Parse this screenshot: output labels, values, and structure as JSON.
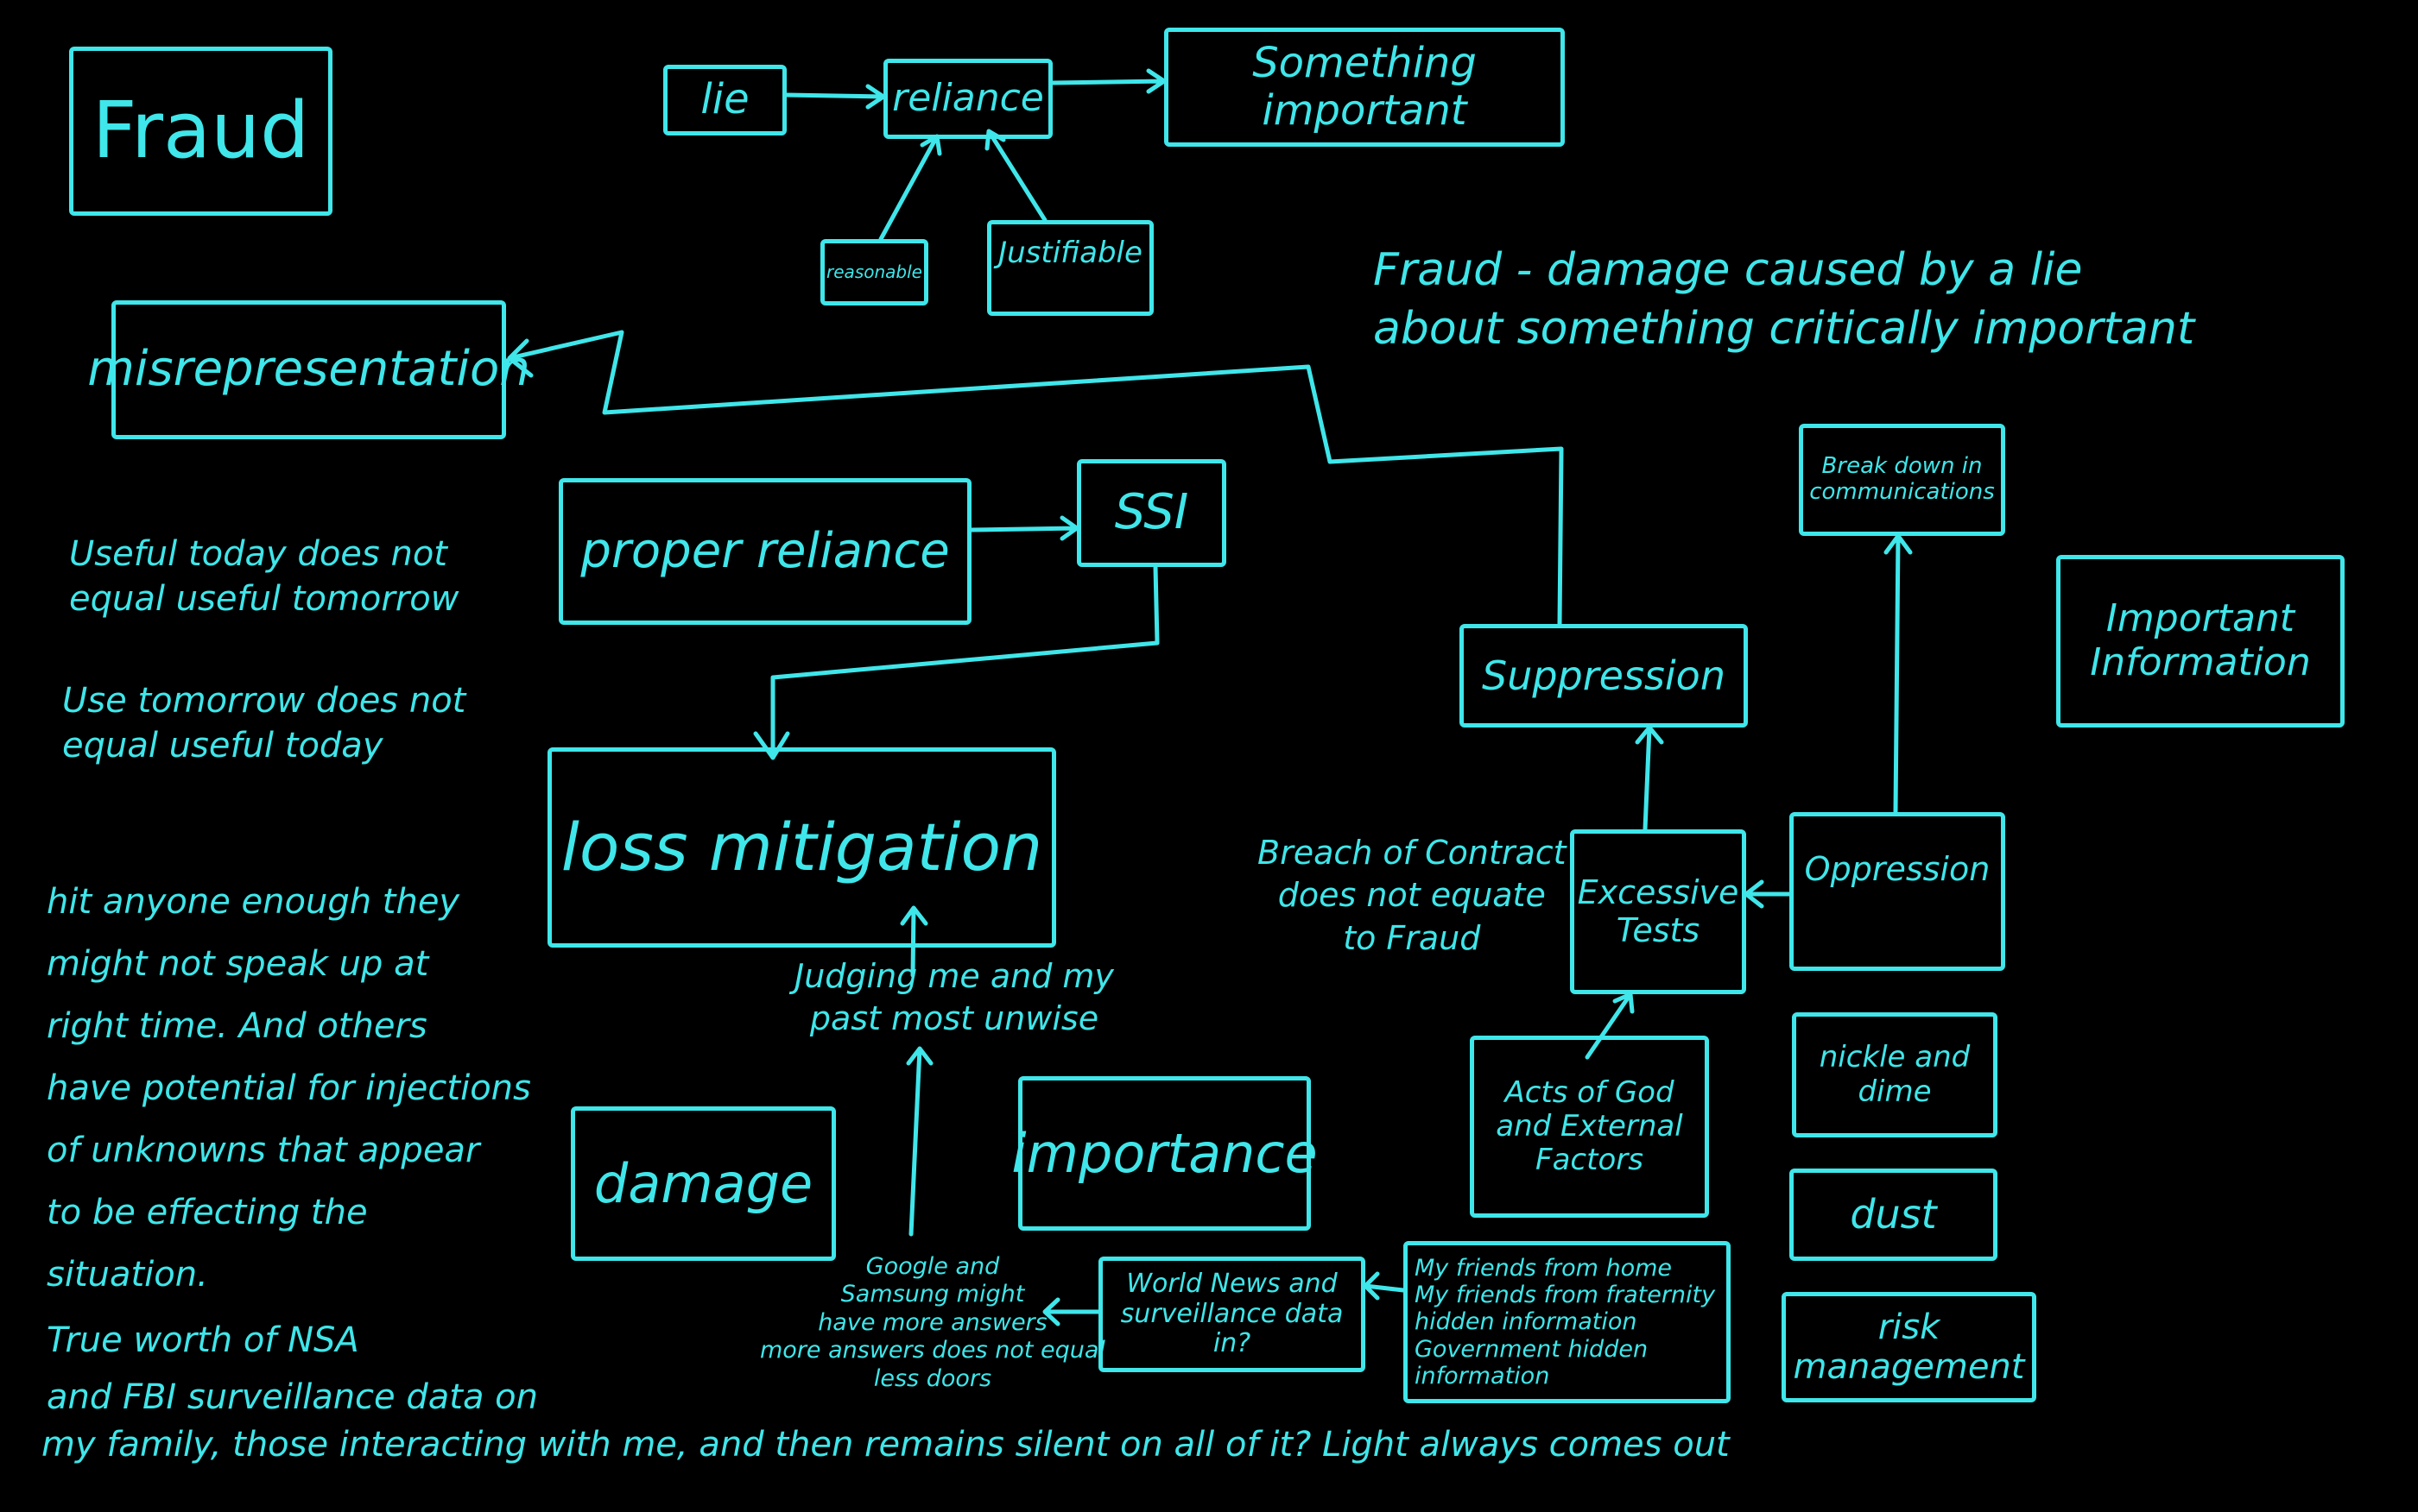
{
  "accent_color": "#3fe6ea",
  "boxes": {
    "fraud": "Fraud",
    "lie": "lie",
    "reliance": "reliance",
    "something_important": "Something important",
    "reasonable": "reasonable",
    "justifiable": "Justifiable",
    "misrepresentation": "misrepresentation",
    "break_down": "Break down in communications",
    "proper_reliance": "proper reliance",
    "ssi": "SSI",
    "suppression": "Suppression",
    "important_information": "Important Information",
    "loss_mitigation": "loss mitigation",
    "excessive_tests": "Excessive Tests",
    "oppression": "Oppression",
    "nickle_and_dime": "nickle and dime",
    "acts_of_god": "Acts of God and External Factors",
    "damage": "damage",
    "importance": "importance",
    "dust": "dust",
    "world_news": "World News and surveillance data in?",
    "friends": "My friends from home\nMy friends from fraternity\nhidden information\nGovernment hidden information",
    "risk_management": "risk management"
  },
  "notes": {
    "fraud_definition": "Fraud - damage caused by a lie\nabout something critically important",
    "useful_today": "Useful today does not\nequal useful tomorrow",
    "use_tomorrow": "Use tomorrow does not\nequal useful today",
    "hit_anyone": "hit anyone enough they\nmight not speak up at\nright time. And others\nhave potential for injections\nof unknowns that appear\nto be effecting the\nsituation.",
    "true_worth": "True worth of NSA\nand FBI surveillance data on",
    "bottom_line": "my family, those interacting with me, and then remains silent on all of it? Light always comes out",
    "breach": "Breach of Contract\ndoes not equate\nto Fraud",
    "judging": "Judging me and my\npast most unwise",
    "google": "Google and\nSamsung might\nhave more answers\nmore answers does not equal\nless doors"
  }
}
